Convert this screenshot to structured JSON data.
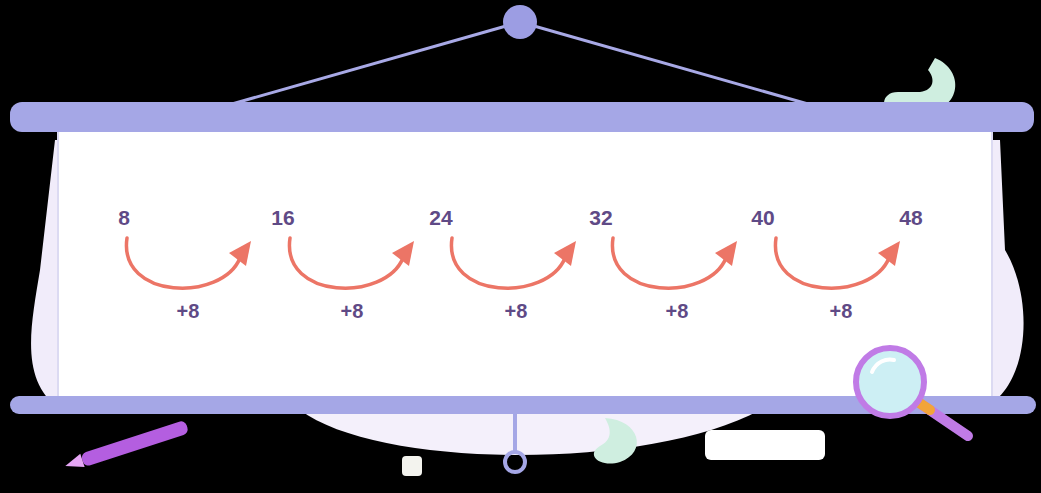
{
  "diagram": {
    "labels": [
      "8",
      "16",
      "24",
      "32",
      "40",
      "48",
      "+8",
      "+8",
      "+8",
      "+8",
      "+8"
    ]
  }
}
